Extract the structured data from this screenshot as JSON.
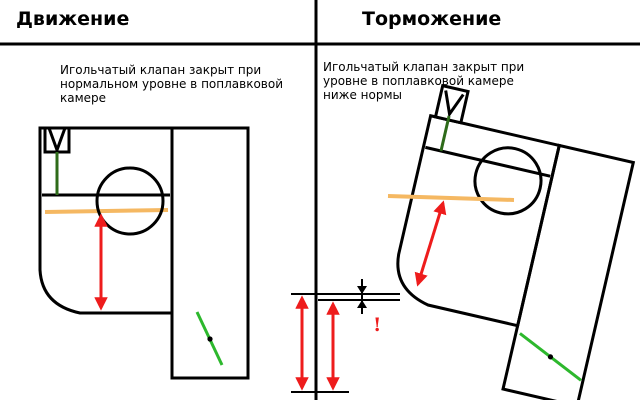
{
  "left": {
    "title": "Движение",
    "caption": "Игольчатый клапан закрыт при\nнормальном уровне в поплавковой\nкамере"
  },
  "right": {
    "title": "Торможение",
    "caption": "Игольчатый клапан закрыт при\nуровне в поплавковой камере\nниже нормы"
  },
  "annotations": {
    "mark": "!"
  },
  "colors": {
    "outline": "#000000",
    "fuel_level": "#f5b862",
    "needle_stem": "#2e6b1a",
    "arm": "#2db82d",
    "arrow": "#ee1c1c"
  }
}
